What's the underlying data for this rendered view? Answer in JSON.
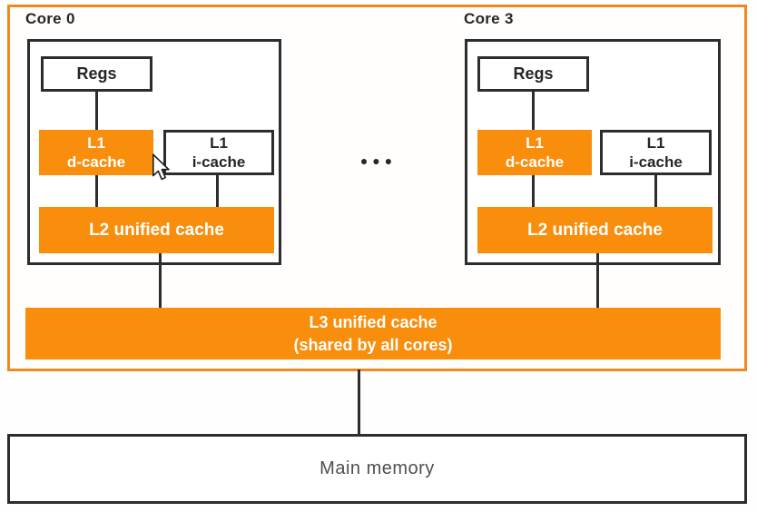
{
  "diagram": {
    "cores": [
      {
        "label": "Core 0",
        "regs": "Regs",
        "l1_dcache": {
          "line1": "L1",
          "line2": "d-cache"
        },
        "l1_icache": {
          "line1": "L1",
          "line2": "i-cache"
        },
        "l2": "L2 unified cache"
      },
      {
        "label": "Core 3",
        "regs": "Regs",
        "l1_dcache": {
          "line1": "L1",
          "line2": "d-cache"
        },
        "l1_icache": {
          "line1": "L1",
          "line2": "i-cache"
        },
        "l2": "L2 unified cache"
      }
    ],
    "more_cores_ellipsis": "●●●",
    "l3": {
      "line1": "L3 unified cache",
      "line2": "(shared by all cores)"
    },
    "main_memory": "Main memory"
  },
  "icons": {
    "cursor": "arrow-cursor-icon"
  },
  "colors": {
    "cache_orange": "#F98D0C",
    "package_border_orange": "#F08A1E",
    "line_dark": "#2D2D2D",
    "label_dark": "#262626",
    "memory_text_gray": "#4F4F4F"
  }
}
